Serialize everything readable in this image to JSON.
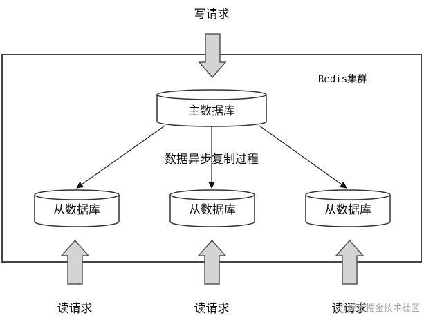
{
  "diagram": {
    "write_request": "写请求",
    "cluster_label": "Redis集群",
    "master": "主数据库",
    "replication_label": "数据异步复制过程",
    "slaves": [
      "从数据库",
      "从数据库",
      "从数据库"
    ],
    "read_requests": [
      "读请求",
      "读请求",
      "读请求"
    ],
    "watermark": "@稀土掘金技术社区",
    "colors": {
      "arrow_fill": "#d4d4d4",
      "stroke": "#333333"
    }
  }
}
